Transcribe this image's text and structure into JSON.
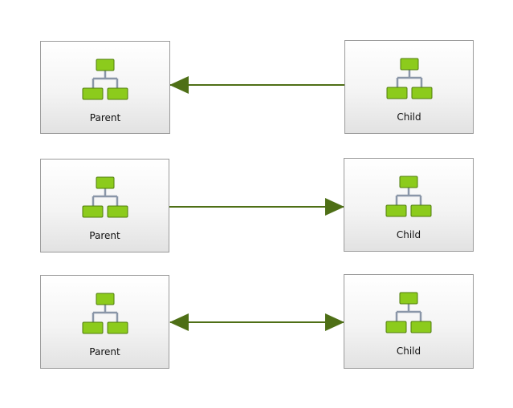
{
  "colors": {
    "arrow": "#4e6f16",
    "icon_green": "#8ccb1c",
    "icon_green_dark": "#4f7d0c",
    "icon_connector": "#8a96a8"
  },
  "icon_name": "hierarchy-icon",
  "rows": [
    {
      "parent_label": "Parent",
      "child_label": "Child",
      "direction": "child-to-parent"
    },
    {
      "parent_label": "Parent",
      "child_label": "Child",
      "direction": "parent-to-child"
    },
    {
      "parent_label": "Parent",
      "child_label": "Child",
      "direction": "bidirectional"
    }
  ]
}
